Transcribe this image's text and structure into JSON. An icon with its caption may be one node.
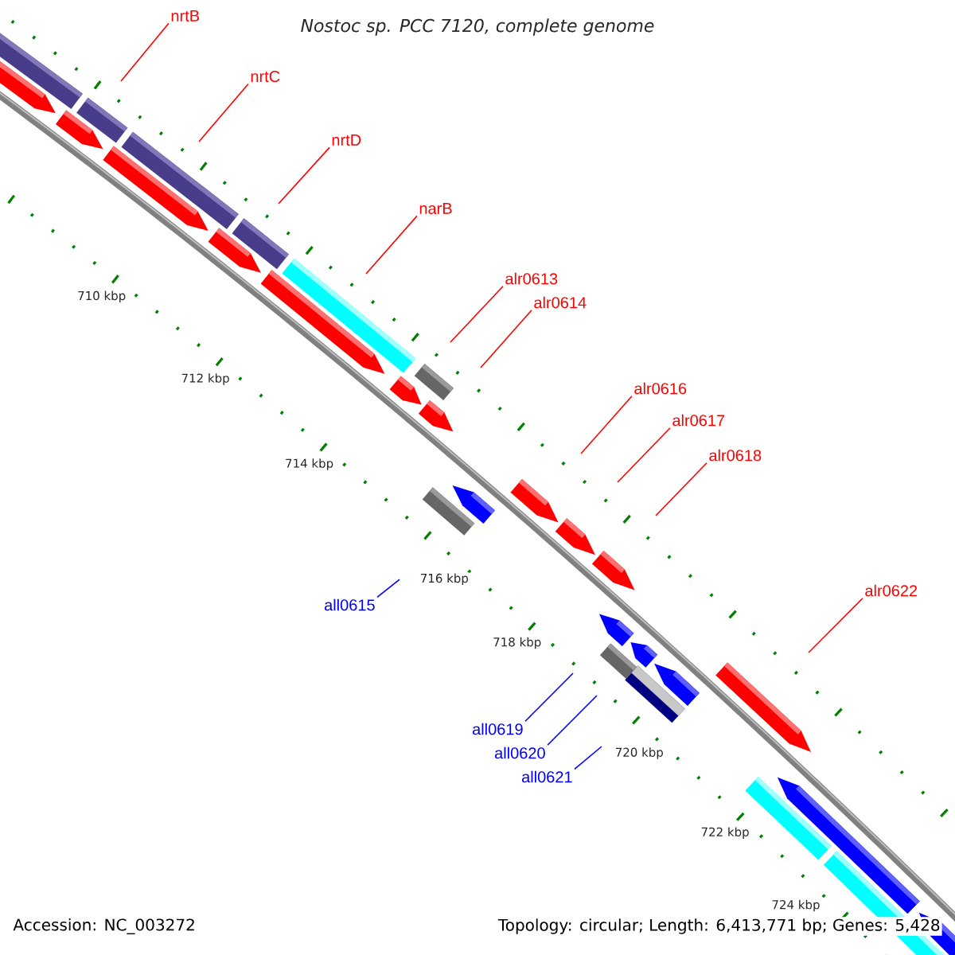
{
  "diagram": {
    "title": "Nostoc sp. PCC 7120, complete genome",
    "nodes": [
      {
        "text": [
          "nrtB"
        ]
      },
      {
        "text": [
          "nrtC"
        ]
      },
      {
        "text": [
          "nrtD"
        ]
      },
      {
        "text": [
          "narB"
        ]
      },
      {
        "text": [
          "alr0613"
        ]
      },
      {
        "text": [
          "alr0614"
        ]
      },
      {
        "text": [
          "alr0616"
        ]
      },
      {
        "text": [
          "alr0617"
        ]
      },
      {
        "text": [
          "alr0618"
        ]
      },
      {
        "text": [
          "alr0622"
        ]
      },
      {
        "text": [
          "all0615"
        ]
      },
      {
        "text": [
          "all0619"
        ]
      },
      {
        "text": [
          "all0620"
        ]
      },
      {
        "text": [
          "all0621"
        ]
      }
    ],
    "edges": [
      {
        "from": 0,
        "to": null,
        "arrow": "none"
      },
      {
        "from": 1,
        "to": null,
        "arrow": "none"
      },
      {
        "from": 2,
        "to": null,
        "arrow": "none"
      },
      {
        "from": 3,
        "to": null,
        "arrow": "none"
      },
      {
        "from": 4,
        "to": null,
        "arrow": "none"
      },
      {
        "from": 5,
        "to": null,
        "arrow": "none"
      },
      {
        "from": 6,
        "to": null,
        "arrow": "none"
      },
      {
        "from": 7,
        "to": null,
        "arrow": "none"
      },
      {
        "from": 8,
        "to": null,
        "arrow": "none"
      },
      {
        "from": 9,
        "to": null,
        "arrow": "none"
      },
      {
        "from": 10,
        "to": null,
        "arrow": "none",
        "color": "#0000ff"
      },
      {
        "from": 11,
        "to": null,
        "arrow": "none",
        "color": "#0000ff"
      },
      {
        "from": 12,
        "to": null,
        "arrow": "none",
        "color": "#0000ff"
      },
      {
        "from": 13,
        "to": null,
        "arrow": "none",
        "color": "#0000ff"
      }
    ],
    "labels": [
      "710 kbp",
      "712 kbp",
      "714 kbp",
      "716 kbp",
      "718 kbp",
      "720 kbp",
      "722 kbp",
      "724 kbp",
      "Accession: NC_003272",
      "Topology: circular; Length: 6,413,771 bp; Genes: 5,428"
    ]
  }
}
